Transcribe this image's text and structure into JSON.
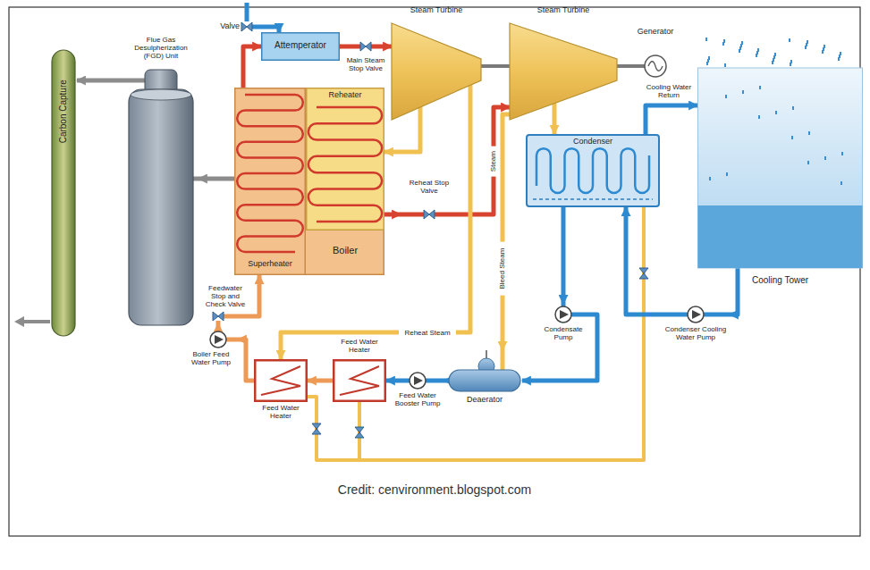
{
  "diagram": {
    "nodes": [
      {
        "text": [
          "Valve"
        ]
      },
      {
        "text": [
          "Attemperator"
        ]
      },
      {
        "text": [
          "Main Steam Stop Valve"
        ]
      },
      {
        "text": [
          "Steam Turbine"
        ]
      },
      {
        "text": [
          "Steam Turbine"
        ]
      },
      {
        "text": [
          "Generator"
        ]
      },
      {
        "text": [
          "Carbon Capture"
        ]
      },
      {
        "text": [
          "Flue Gas Desulpherization (FGD) Unit"
        ]
      },
      {
        "text": [
          "Boiler"
        ]
      },
      {
        "text": [
          "Reheater"
        ],
        "in": 8
      },
      {
        "text": [
          "Superheater"
        ],
        "in": 8
      },
      {
        "text": [
          "Reheat Stop Valve"
        ]
      },
      {
        "text": [
          "Condenser"
        ]
      },
      {
        "text": [
          "Cooling Tower"
        ]
      },
      {
        "text": [
          "Feedwater Stop and Check Valve"
        ]
      },
      {
        "text": [
          "Condenser Cooling Water Pump"
        ]
      },
      {
        "text": [
          "Condensate Pump"
        ]
      },
      {
        "text": [
          "Boiler Feed Water Pump"
        ]
      },
      {
        "text": [
          "Feed Water Heater"
        ]
      },
      {
        "text": [
          "Feed Water Heater"
        ]
      },
      {
        "text": [
          "Feed Water Booster Pump"
        ]
      },
      {
        "text": [
          "Deaerator"
        ]
      }
    ],
    "edges": [
      {
        "from": 0,
        "to": 1,
        "arrow": "to"
      },
      {
        "from": 10,
        "to": 1,
        "arrow": "to"
      },
      {
        "from": 1,
        "to": 2,
        "arrow": "to"
      },
      {
        "from": 2,
        "to": 3,
        "arrow": "to"
      },
      {
        "from": 3,
        "to": 4,
        "arrow": "none"
      },
      {
        "from": 4,
        "to": 5,
        "arrow": "none"
      },
      {
        "from": 3,
        "to": 9,
        "arrow": "to"
      },
      {
        "from": 9,
        "to": 11,
        "arrow": "to"
      },
      {
        "from": 11,
        "to": 4,
        "label": "Steam",
        "arrow": "to"
      },
      {
        "from": 4,
        "to": 12,
        "arrow": "to"
      },
      {
        "from": 12,
        "to": 16,
        "arrow": "to"
      },
      {
        "from": 16,
        "to": 21,
        "arrow": "to"
      },
      {
        "from": 21,
        "to": 20,
        "arrow": "to"
      },
      {
        "from": 20,
        "to": 19,
        "arrow": "to"
      },
      {
        "from": 19,
        "to": 18,
        "arrow": "to"
      },
      {
        "from": 18,
        "to": 17,
        "arrow": "to"
      },
      {
        "from": 17,
        "to": 14,
        "arrow": "to"
      },
      {
        "from": 14,
        "to": 10,
        "arrow": "to"
      },
      {
        "from": 12,
        "to": 13,
        "label": "Cooling Water Return",
        "arrow": "to"
      },
      {
        "from": 13,
        "to": 15,
        "arrow": "to"
      },
      {
        "from": 15,
        "to": 12,
        "arrow": "to"
      },
      {
        "from": 8,
        "to": 7,
        "arrow": "to"
      },
      {
        "from": 7,
        "to": 6,
        "arrow": "to"
      },
      {
        "from": 3,
        "to": 18,
        "label": "Reheat Steam",
        "arrow": "to"
      },
      {
        "from": 4,
        "to": 21,
        "label": "Bleed Steam",
        "arrow": "to"
      }
    ],
    "labels": [
      "Credit: cenvironment.blogspot.com"
    ]
  }
}
